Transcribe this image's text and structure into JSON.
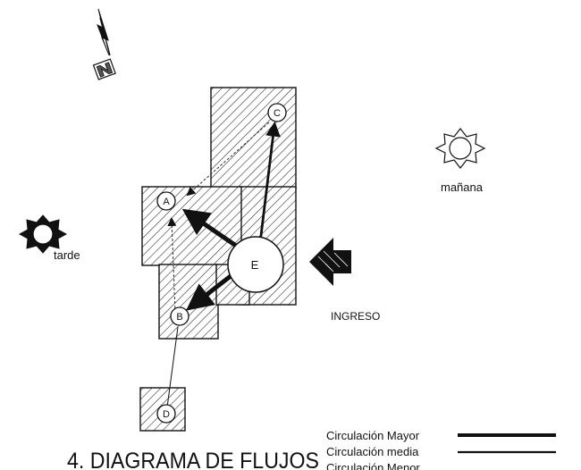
{
  "diagram": {
    "title": "4. DIAGRAMA DE FLUJOS",
    "north_label": "N",
    "nodes": {
      "A": "A",
      "B": "B",
      "C": "C",
      "D": "D",
      "E": "E"
    },
    "sun_morning": "mañana",
    "sun_afternoon": "tarde",
    "entrance": "INGRESO",
    "legend": {
      "major": "Circulación Mayor",
      "medium": "Circulación media",
      "minor": "Circulación Menor"
    },
    "colors": {
      "ink": "#111111",
      "paper": "#ffffff"
    }
  }
}
